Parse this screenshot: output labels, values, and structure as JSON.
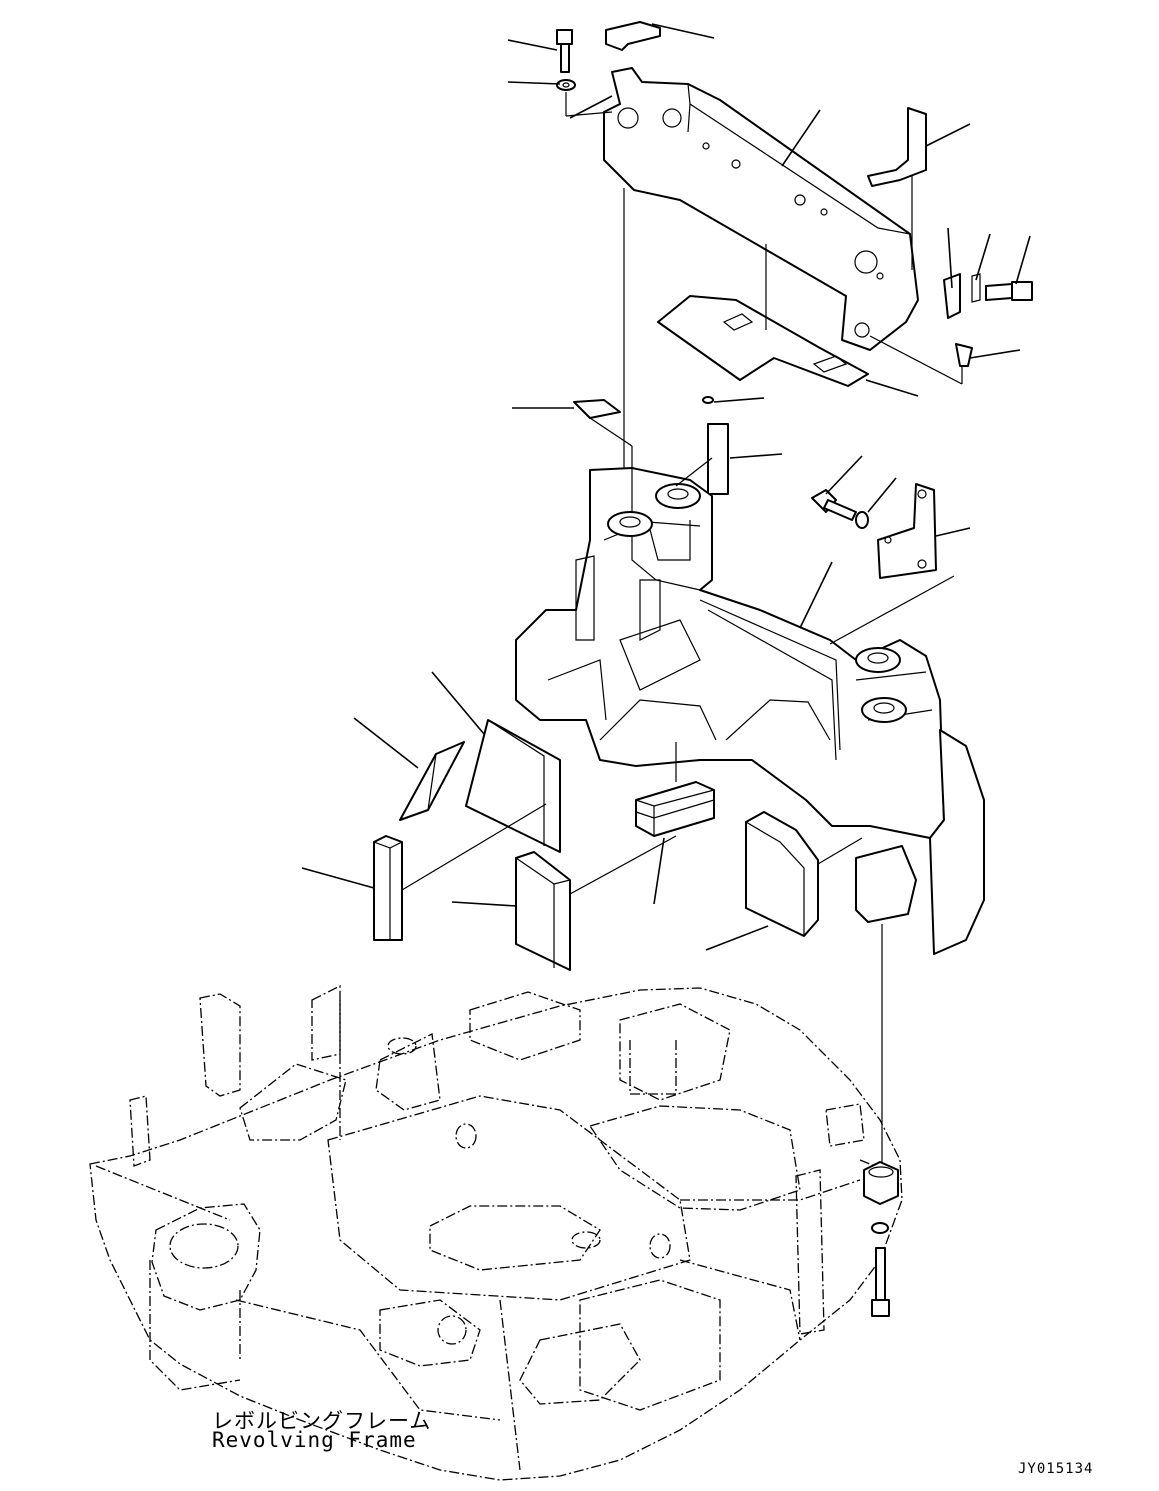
{
  "figure": {
    "frame_label_jp": "レボルビングフレーム",
    "frame_label_en": "Revolving Frame",
    "drawing_code": "JY015134"
  }
}
